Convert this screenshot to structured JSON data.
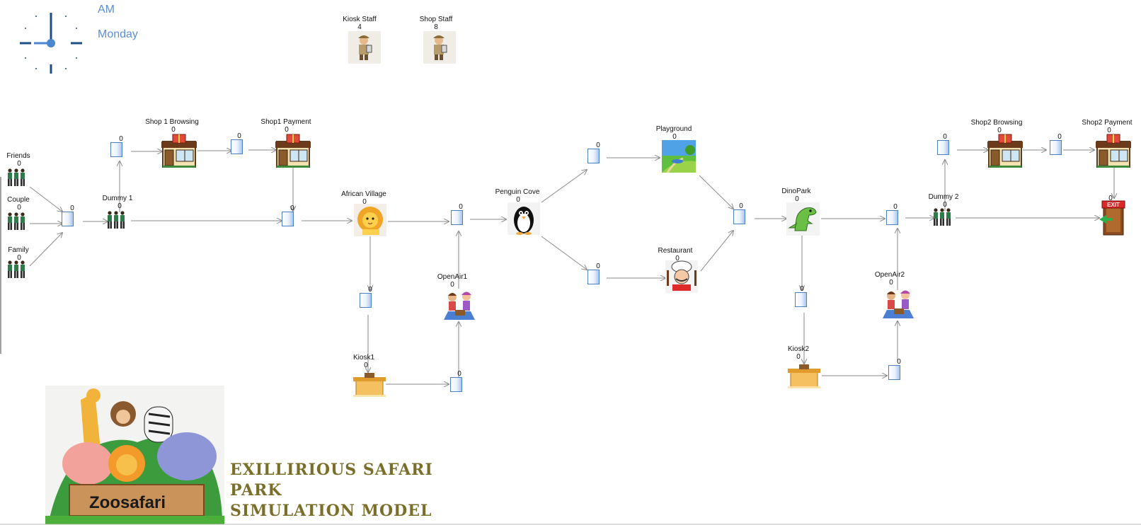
{
  "clock": {
    "period": "AM",
    "day": "Monday"
  },
  "resources": [
    {
      "id": "kiosk-staff",
      "label": "Kiosk Staff",
      "count": "4"
    },
    {
      "id": "shop-staff",
      "label": "Shop Staff",
      "count": "8"
    }
  ],
  "sources": [
    {
      "id": "friends",
      "label": "Friends",
      "count": "0"
    },
    {
      "id": "couple",
      "label": "Couple",
      "count": "0"
    },
    {
      "id": "family",
      "label": "Family",
      "count": "0"
    }
  ],
  "activities": [
    {
      "id": "shop1-browsing",
      "label": "Shop 1 Browsing",
      "count": "0",
      "icon": "shop-icon"
    },
    {
      "id": "shop1-payment",
      "label": "Shop1 Payment",
      "count": "0",
      "icon": "shop-icon"
    },
    {
      "id": "dummy1",
      "label": "Dummy 1",
      "count": "0",
      "icon": "people-icon"
    },
    {
      "id": "african-village",
      "label": "African Village",
      "count": "0",
      "icon": "lion-icon"
    },
    {
      "id": "kiosk1",
      "label": "Kiosk1",
      "count": "0",
      "icon": "kiosk-icon"
    },
    {
      "id": "openair1",
      "label": "OpenAir1",
      "count": "0",
      "icon": "picnic-icon"
    },
    {
      "id": "penguin-cove",
      "label": "Penguin Cove",
      "count": "0",
      "icon": "penguin-icon"
    },
    {
      "id": "playground",
      "label": "Playground",
      "count": "0",
      "icon": "park-icon"
    },
    {
      "id": "restaurant",
      "label": "Restaurant",
      "count": "0",
      "icon": "chef-icon"
    },
    {
      "id": "dinopark",
      "label": "DinoPark",
      "count": "0",
      "icon": "dinosaur-icon"
    },
    {
      "id": "kiosk2",
      "label": "Kiosk2",
      "count": "0",
      "icon": "kiosk-icon"
    },
    {
      "id": "openair2",
      "label": "OpenAir2",
      "count": "0",
      "icon": "picnic-icon"
    },
    {
      "id": "dummy2",
      "label": "Dummy 2",
      "count": "0",
      "icon": "people-icon"
    },
    {
      "id": "shop2-browsing",
      "label": "Shop2 Browsing",
      "count": "0",
      "icon": "shop-icon"
    },
    {
      "id": "shop2-payment",
      "label": "Shop2 Payment",
      "count": "0",
      "icon": "shop-icon"
    },
    {
      "id": "exit",
      "label": "",
      "count": "0",
      "icon": "exit-door-icon",
      "sign": "EXIT"
    }
  ],
  "queues": [
    {
      "id": "q-entry",
      "count": "0"
    },
    {
      "id": "q-shop1-browse",
      "count": "0"
    },
    {
      "id": "q-shop1-pay",
      "count": "0"
    },
    {
      "id": "q-before-village",
      "count": "0"
    },
    {
      "id": "q-after-village",
      "count": "0"
    },
    {
      "id": "q-kiosk1",
      "count": "0"
    },
    {
      "id": "q-openair1",
      "count": "0"
    },
    {
      "id": "q-playground",
      "count": "0"
    },
    {
      "id": "q-restaurant",
      "count": "0"
    },
    {
      "id": "q-before-dino",
      "count": "0"
    },
    {
      "id": "q-after-dino",
      "count": "0"
    },
    {
      "id": "q-kiosk2",
      "count": "0"
    },
    {
      "id": "q-openair2",
      "count": "0"
    },
    {
      "id": "q-shop2-browse",
      "count": "0"
    },
    {
      "id": "q-shop2-pay",
      "count": "0"
    }
  ],
  "logo": {
    "text": "Zoosafari"
  },
  "title_lines": [
    "EXILLIRIOUS SAFARI",
    "PARK",
    "SIMULATION MODEL"
  ],
  "colors": {
    "clock": "#1f4e87",
    "clock_text": "#5b8fd6",
    "queue_border": "#4c7fc0",
    "arrow": "#8a8a8a",
    "title": "#7a6f2a"
  }
}
